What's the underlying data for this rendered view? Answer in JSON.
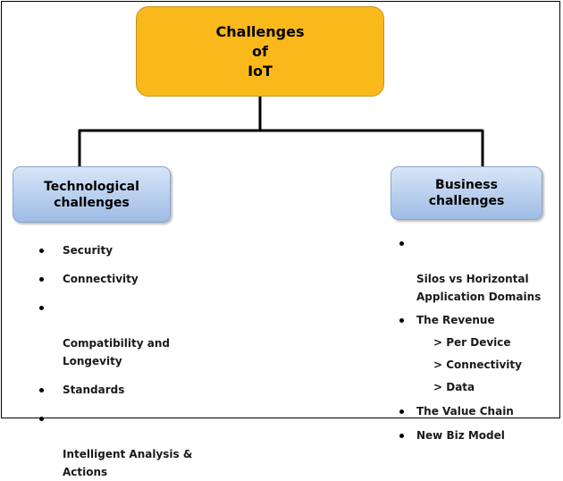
{
  "diagram": {
    "root": {
      "title": "Challenges\nof\nIoT"
    },
    "branches": [
      {
        "label": "Technological\nchallenges",
        "items": [
          {
            "text": "Security"
          },
          {
            "text": "Connectivity"
          },
          {
            "text": "Compatibility and\nLongevity"
          },
          {
            "text": "Standards"
          },
          {
            "text": "Intelligent Analysis &\nActions"
          }
        ]
      },
      {
        "label": "Business\nchallenges",
        "items": [
          {
            "text": "Silos vs Horizontal\nApplication Domains"
          },
          {
            "text": "The Revenue"
          },
          {
            "text": "> Per Device"
          },
          {
            "text": "> Connectivity"
          },
          {
            "text": "> Data"
          },
          {
            "text": "The Value Chain"
          },
          {
            "text": "New Biz Model"
          }
        ]
      }
    ],
    "colors": {
      "root_fill": "#f9b91a",
      "branch_fill_top": "#d7e5f7",
      "branch_fill_bottom": "#9fbce6",
      "connector": "#000000"
    }
  }
}
